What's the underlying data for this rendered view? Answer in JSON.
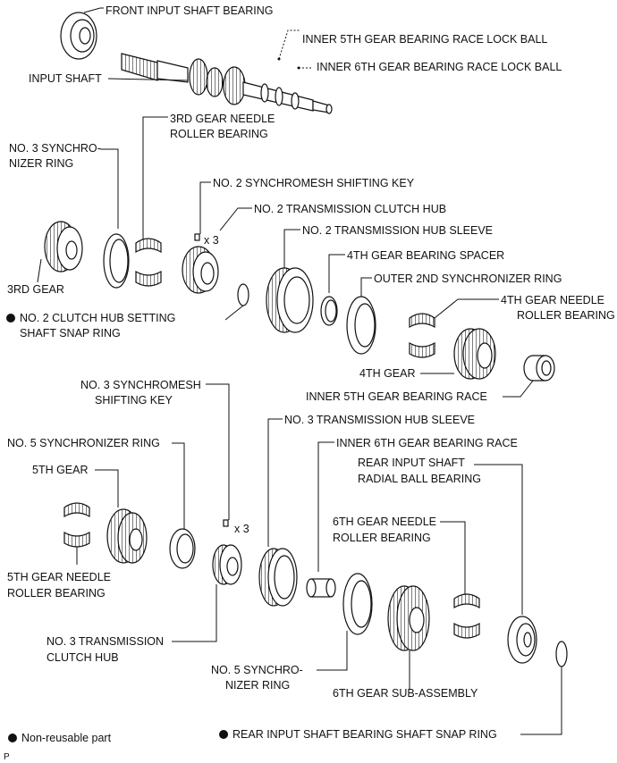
{
  "labels": {
    "front_input_shaft_bearing": "FRONT INPUT SHAFT BEARING",
    "inner_5th_lock_ball": "INNER 5TH GEAR BEARING RACE LOCK BALL",
    "inner_6th_lock_ball": "INNER 6TH GEAR BEARING RACE LOCK BALL",
    "input_shaft": "INPUT SHAFT",
    "third_needle_1": "3RD GEAR NEEDLE",
    "third_needle_2": "ROLLER BEARING",
    "no3_sync_ring_1": "NO. 3 SYNCHRO-",
    "no3_sync_ring_2": "NIZER RING",
    "no2_key": "NO. 2 SYNCHROMESH SHIFTING KEY",
    "no2_hub": "NO. 2 TRANSMISSION CLUTCH HUB",
    "x3_top": "x 3",
    "no2_sleeve": "NO. 2 TRANSMISSION HUB SLEEVE",
    "fourth_spacer": "4TH GEAR BEARING SPACER",
    "outer_2nd_ring": "OUTER 2ND SYNCHRONIZER RING",
    "third_gear": "3RD GEAR",
    "fourth_needle_1": "4TH GEAR NEEDLE",
    "fourth_needle_2": "ROLLER BEARING",
    "snap_ring_1": "NO. 2 CLUTCH HUB SETTING",
    "snap_ring_2": "SHAFT SNAP RING",
    "fourth_gear": "4TH GEAR",
    "inner_5th_race": "INNER 5TH GEAR BEARING RACE",
    "no3_key_1": "NO. 3 SYNCHROMESH",
    "no3_key_2": "SHIFTING KEY",
    "no3_sleeve": "NO. 3 TRANSMISSION HUB SLEEVE",
    "no5_ring": "NO. 5 SYNCHRONIZER RING",
    "inner_6th_race": "INNER 6TH GEAR BEARING RACE",
    "fifth_gear": "5TH GEAR",
    "rear_bearing_1": "REAR INPUT SHAFT",
    "rear_bearing_2": "RADIAL BALL BEARING",
    "x3_bottom": "x 3",
    "sixth_needle_1": "6TH GEAR NEEDLE",
    "sixth_needle_2": "ROLLER BEARING",
    "fifth_needle_1": "5TH GEAR NEEDLE",
    "fifth_needle_2": "ROLLER BEARING",
    "no3_hub_1": "NO. 3 TRANSMISSION",
    "no3_hub_2": "CLUTCH HUB",
    "no5_sync_1": "NO. 5 SYNCHRO-",
    "no5_sync_2": "NIZER RING",
    "sixth_gear_sub": "6TH GEAR SUB-ASSEMBLY",
    "legend_nonreusable": "Non-reusable part",
    "rear_snap_ring": "REAR INPUT SHAFT BEARING SHAFT SNAP RING",
    "corner_code": "P"
  }
}
